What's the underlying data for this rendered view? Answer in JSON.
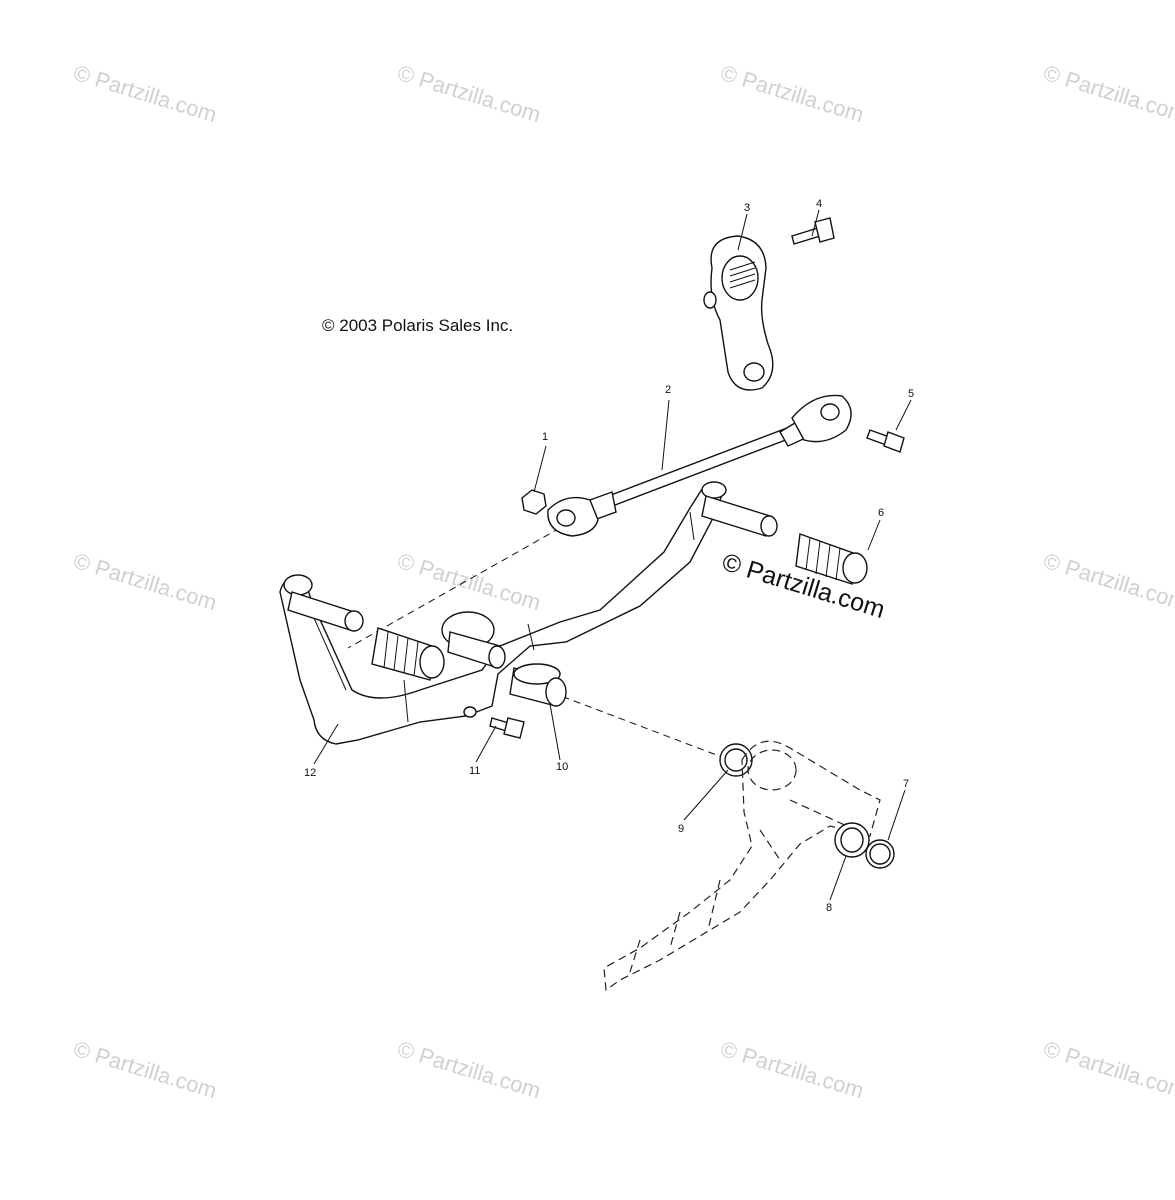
{
  "copyright": "© 2003 Polaris Sales Inc.",
  "watermark": "© Partzilla.com",
  "watermark_large": "© Partzilla.com",
  "callouts": [
    {
      "id": "1",
      "label": "1"
    },
    {
      "id": "2",
      "label": "2"
    },
    {
      "id": "3",
      "label": "3"
    },
    {
      "id": "4",
      "label": "4"
    },
    {
      "id": "5",
      "label": "5"
    },
    {
      "id": "6",
      "label": "6"
    },
    {
      "id": "7",
      "label": "7"
    },
    {
      "id": "8",
      "label": "8"
    },
    {
      "id": "9",
      "label": "9"
    },
    {
      "id": "10",
      "label": "10"
    },
    {
      "id": "11",
      "label": "11"
    },
    {
      "id": "12",
      "label": "12"
    }
  ]
}
